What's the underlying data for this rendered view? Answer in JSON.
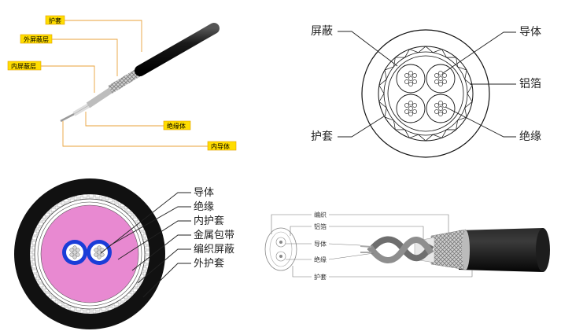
{
  "panel1": {
    "labels": [
      "护套",
      "外屏蔽层",
      "内屏蔽层",
      "绝缘体",
      "内导体"
    ],
    "colors": {
      "tag": "#ffdd00",
      "leader": "#e9a23a",
      "jacket": "#111111"
    }
  },
  "panel2": {
    "labels_left": [
      "屏蔽",
      "护套"
    ],
    "labels_right": [
      "导体",
      "铝箔",
      "绝缘"
    ]
  },
  "panel3": {
    "labels": [
      "导体",
      "绝缘",
      "内护套",
      "金属包带",
      "编织屏蔽",
      "外护套"
    ],
    "colors": {
      "filler": "#e889d1",
      "insulation": "#1a3dd8",
      "jacket": "#111111"
    }
  },
  "panel4": {
    "labels": [
      "编织",
      "铝箔",
      "导体",
      "绝缘",
      "护套"
    ]
  }
}
